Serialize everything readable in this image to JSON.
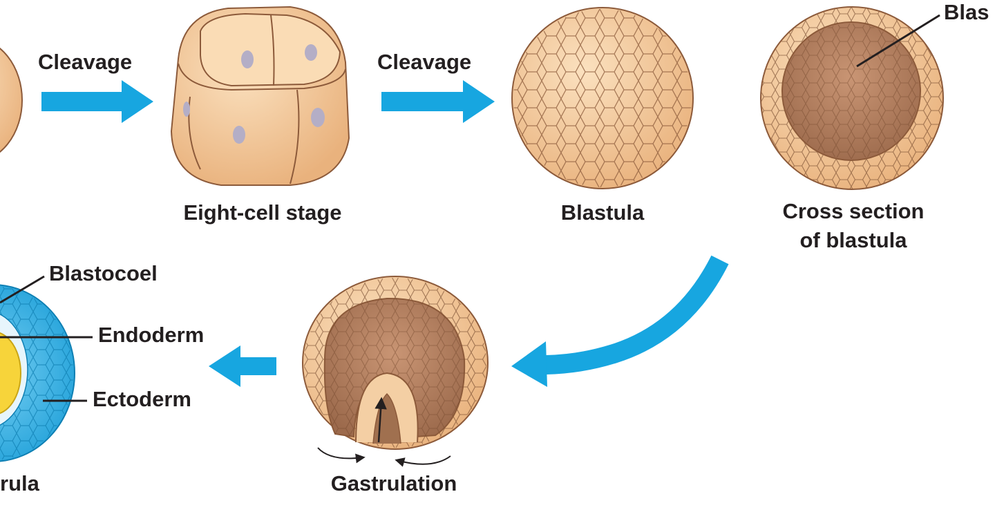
{
  "colors": {
    "arrow": "#17a6e0",
    "cell_fill": "#f2c99a",
    "cell_light": "#f9dcb6",
    "cell_stroke": "#8c5a3a",
    "cavity": "#b07e5e",
    "nucleus": "#b4aec6",
    "ectoderm": "#3db4ea",
    "endoderm": "#f7d43a",
    "text": "#231f20"
  },
  "labels": {
    "cleavage_1": "Cleavage",
    "cleavage_2": "Cleavage",
    "eight_cell": "Eight-cell stage",
    "blastula": "Blastula",
    "cross_section_line1": "Cross section",
    "cross_section_line2": "of blastula",
    "blastocoel_top": "Blas",
    "blastocoel": "Blastocoel",
    "endoderm": "Endoderm",
    "ectoderm": "Ectoderm",
    "gastrula_partial": "rula",
    "gastrulation": "Gastrulation"
  }
}
